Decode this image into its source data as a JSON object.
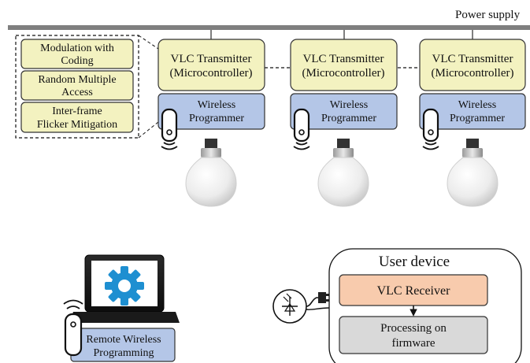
{
  "power_supply": {
    "label": "Power supply"
  },
  "features": [
    {
      "line1": "Modulation with",
      "line2": "Coding"
    },
    {
      "line1": "Random Multiple",
      "line2": "Access"
    },
    {
      "line1": "Inter-frame",
      "line2": "Flicker Mitigation"
    }
  ],
  "transmitters": [
    {
      "tx_line1": "VLC Transmitter",
      "tx_line2": "(Microcontroller)",
      "prog_line1": "Wireless",
      "prog_line2": "Programmer"
    },
    {
      "tx_line1": "VLC Transmitter",
      "tx_line2": "(Microcontroller)",
      "prog_line1": "Wireless",
      "prog_line2": "Programmer"
    },
    {
      "tx_line1": "VLC Transmitter",
      "tx_line2": "(Microcontroller)",
      "prog_line1": "Wireless",
      "prog_line2": "Programmer"
    }
  ],
  "remote": {
    "line1": "Remote Wireless",
    "line2": "Programming"
  },
  "user_device": {
    "title": "User device",
    "receiver": "VLC Receiver",
    "processing_line1": "Processing on",
    "processing_line2": "firmware"
  },
  "colors": {
    "transmitter_fill": "#f3f2c0",
    "feature_fill": "#f3f2c0",
    "programmer_fill": "#b4c6e7",
    "receiver_fill": "#f8cbad",
    "processing_fill": "#d9d9d9",
    "rail": "#7f7f7f",
    "gear": "#1e8fd1"
  },
  "icons": [
    "wireless-remote-icon",
    "light-bulb-icon",
    "laptop-icon",
    "gear-icon",
    "photodiode-icon",
    "plug-icon"
  ]
}
